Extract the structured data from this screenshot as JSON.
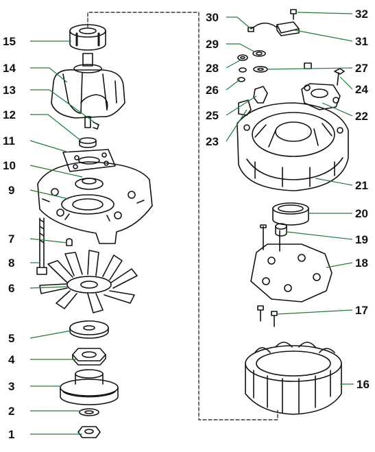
{
  "diagram": {
    "type": "exploded-parts-diagram",
    "line_color": "#1f7a3a",
    "ink_color": "#111111",
    "callouts": [
      {
        "label": "1"
      },
      {
        "label": "2"
      },
      {
        "label": "3"
      },
      {
        "label": "4"
      },
      {
        "label": "5"
      },
      {
        "label": "6"
      },
      {
        "label": "7"
      },
      {
        "label": "8"
      },
      {
        "label": "9"
      },
      {
        "label": "10"
      },
      {
        "label": "11"
      },
      {
        "label": "12"
      },
      {
        "label": "13"
      },
      {
        "label": "14"
      },
      {
        "label": "15"
      },
      {
        "label": "16"
      },
      {
        "label": "17"
      },
      {
        "label": "18"
      },
      {
        "label": "19"
      },
      {
        "label": "20"
      },
      {
        "label": "21"
      },
      {
        "label": "22"
      },
      {
        "label": "23"
      },
      {
        "label": "24"
      },
      {
        "label": "25"
      },
      {
        "label": "26"
      },
      {
        "label": "27"
      },
      {
        "label": "28"
      },
      {
        "label": "29"
      },
      {
        "label": "30"
      },
      {
        "label": "31"
      },
      {
        "label": "32"
      }
    ]
  }
}
